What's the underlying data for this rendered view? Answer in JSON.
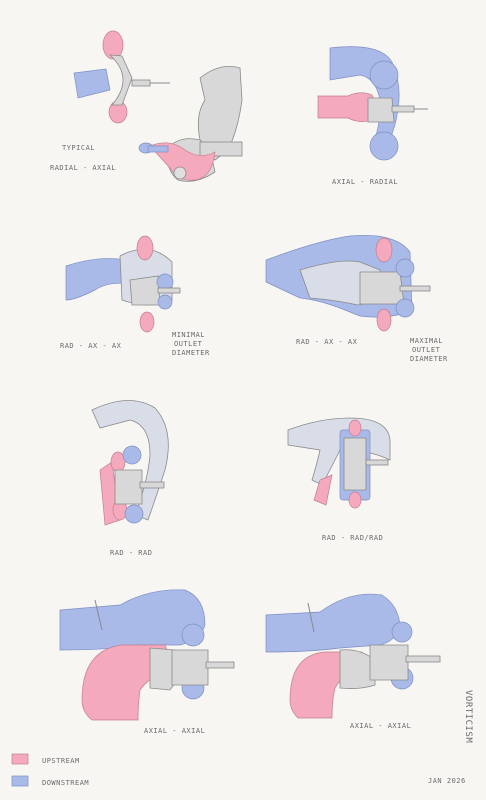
{
  "colors": {
    "upstream": "#f4a9bc",
    "downstream": "#a9b9e8",
    "casing": "#d9dde8",
    "metal": "#d8d8d8",
    "line": "#8a8a8a"
  },
  "labels": {
    "typical": "TYPICAL",
    "radial_axial": "RADIAL - AXIAL",
    "axial_radial": "AXIAL - RADIAL",
    "rad_ax_ax_1": "RAD - AX - AX",
    "rad_ax_ax_2": "RAD - AX - AX",
    "minimal_1": "MINIMAL",
    "minimal_2": "OUTLET",
    "minimal_3": "DIAMETER",
    "maximal_1": "MAXIMAL",
    "maximal_2": "OUTLET",
    "maximal_3": "DIAMETER",
    "rad_rad": "RAD - RAD",
    "rad_rad_rad": "RAD - RAD/RAD",
    "axial_axial_1": "AXIAL - AXIAL",
    "axial_axial_2": "AXIAL - AXIAL"
  },
  "legend": {
    "upstream": "UPSTREAM",
    "downstream": "DOWNSTREAM"
  },
  "signature": "VORTICISM",
  "date": "JAN 2026"
}
